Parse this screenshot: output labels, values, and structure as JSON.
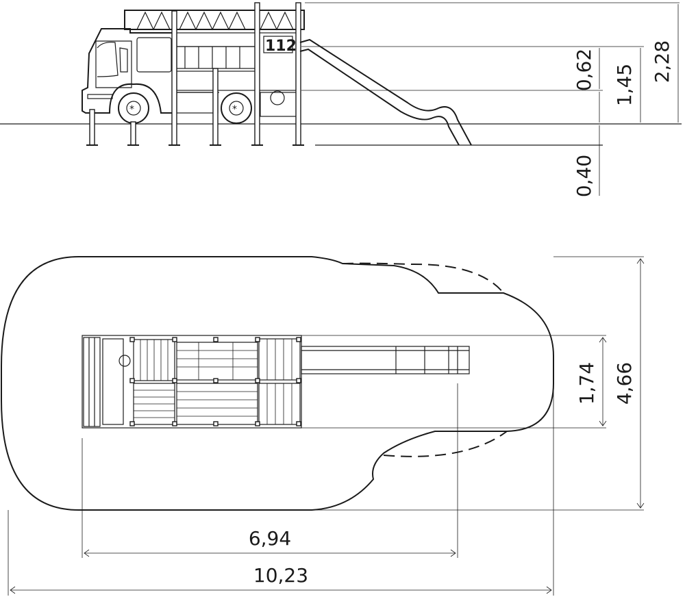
{
  "side_view": {
    "truck_number": "112",
    "dimensions": {
      "slide_height": "0,62",
      "platform_height": "1,45",
      "total_height": "2,28",
      "foundation_depth": "0,40"
    }
  },
  "top_view": {
    "dimensions": {
      "structure_width": "1,74",
      "safety_area_width": "4,66",
      "structure_length": "6,94",
      "safety_area_length": "10,23"
    }
  },
  "colors": {
    "line": "#1a1a1a",
    "background": "#ffffff"
  }
}
